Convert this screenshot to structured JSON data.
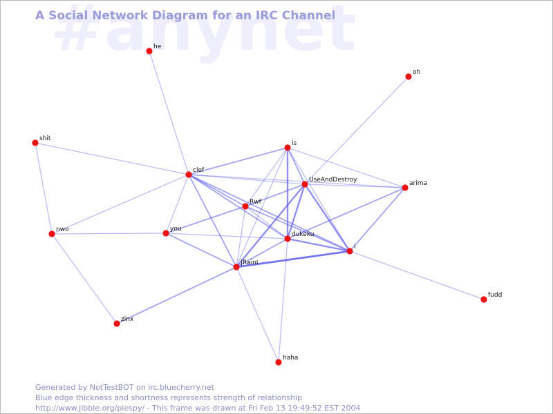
{
  "watermark": "#anynet",
  "title": "A Social Network Diagram for an IRC Channel",
  "footer": {
    "line1": "Generated by NotTestBOT on irc.bluecherry.net",
    "line2": "Blue edge thickness and shortness represents strength of relationship",
    "line3": "http://www.jibble.org/piespy/ - This frame was drawn at Fri Feb 13 19:49:52 EST 2004"
  },
  "colors": {
    "node": "#ee1111",
    "edge": "#5c5cec",
    "title": "#9c9cdc",
    "footer": "#8c8cc4",
    "watermark": "#eeeefc"
  },
  "nodes": [
    {
      "id": "he",
      "label": "he"
    },
    {
      "id": "oh",
      "label": "oh"
    },
    {
      "id": "shit",
      "label": "shit"
    },
    {
      "id": "is",
      "label": "is"
    },
    {
      "id": "clef",
      "label": "clef"
    },
    {
      "id": "UseAndDestroy",
      "label": "UseAndDestroy"
    },
    {
      "id": "arima",
      "label": "arima"
    },
    {
      "id": "Rwf",
      "label": "Rwf"
    },
    {
      "id": "nwo",
      "label": "nwo"
    },
    {
      "id": "you",
      "label": "you"
    },
    {
      "id": "dukeku",
      "label": "dukeku"
    },
    {
      "id": "i",
      "label": "i"
    },
    {
      "id": "IRainI",
      "label": "|RainI"
    },
    {
      "id": "fudd",
      "label": "fudd"
    },
    {
      "id": "zinx",
      "label": "zinx"
    },
    {
      "id": "haha",
      "label": "haha"
    }
  ],
  "edges": [
    {
      "from": "he",
      "to": "clef",
      "strength": 1
    },
    {
      "from": "oh",
      "to": "UseAndDestroy",
      "strength": 1
    },
    {
      "from": "shit",
      "to": "nwo",
      "strength": 1
    },
    {
      "from": "shit",
      "to": "clef",
      "strength": 1
    },
    {
      "from": "nwo",
      "to": "zinx",
      "strength": 1
    },
    {
      "from": "nwo",
      "to": "clef",
      "strength": 1
    },
    {
      "from": "nwo",
      "to": "you",
      "strength": 1
    },
    {
      "from": "clef",
      "to": "is",
      "strength": 2
    },
    {
      "from": "clef",
      "to": "UseAndDestroy",
      "strength": 1
    },
    {
      "from": "clef",
      "to": "arima",
      "strength": 1
    },
    {
      "from": "clef",
      "to": "Rwf",
      "strength": 2
    },
    {
      "from": "clef",
      "to": "you",
      "strength": 1
    },
    {
      "from": "clef",
      "to": "IRainI",
      "strength": 2
    },
    {
      "from": "clef",
      "to": "dukeku",
      "strength": 2
    },
    {
      "from": "clef",
      "to": "i",
      "strength": 2
    },
    {
      "from": "is",
      "to": "UseAndDestroy",
      "strength": 2
    },
    {
      "from": "is",
      "to": "dukeku",
      "strength": 3
    },
    {
      "from": "is",
      "to": "Rwf",
      "strength": 1
    },
    {
      "from": "is",
      "to": "IRainI",
      "strength": 1
    },
    {
      "from": "is",
      "to": "i",
      "strength": 1
    },
    {
      "from": "is",
      "to": "arima",
      "strength": 1
    },
    {
      "from": "UseAndDestroy",
      "to": "arima",
      "strength": 1
    },
    {
      "from": "UseAndDestroy",
      "to": "Rwf",
      "strength": 2
    },
    {
      "from": "UseAndDestroy",
      "to": "dukeku",
      "strength": 3
    },
    {
      "from": "UseAndDestroy",
      "to": "IRainI",
      "strength": 3
    },
    {
      "from": "UseAndDestroy",
      "to": "i",
      "strength": 3
    },
    {
      "from": "arima",
      "to": "dukeku",
      "strength": 2
    },
    {
      "from": "arima",
      "to": "i",
      "strength": 2
    },
    {
      "from": "Rwf",
      "to": "you",
      "strength": 2
    },
    {
      "from": "Rwf",
      "to": "IRainI",
      "strength": 1
    },
    {
      "from": "Rwf",
      "to": "dukeku",
      "strength": 1
    },
    {
      "from": "Rwf",
      "to": "i",
      "strength": 2
    },
    {
      "from": "you",
      "to": "IRainI",
      "strength": 2
    },
    {
      "from": "you",
      "to": "dukeku",
      "strength": 1
    },
    {
      "from": "dukeku",
      "to": "IRainI",
      "strength": 2
    },
    {
      "from": "dukeku",
      "to": "i",
      "strength": 3
    },
    {
      "from": "dukeku",
      "to": "haha",
      "strength": 1
    },
    {
      "from": "IRainI",
      "to": "i",
      "strength": 4
    },
    {
      "from": "IRainI",
      "to": "zinx",
      "strength": 2
    },
    {
      "from": "IRainI",
      "to": "haha",
      "strength": 1
    },
    {
      "from": "i",
      "to": "fudd",
      "strength": 1
    }
  ]
}
